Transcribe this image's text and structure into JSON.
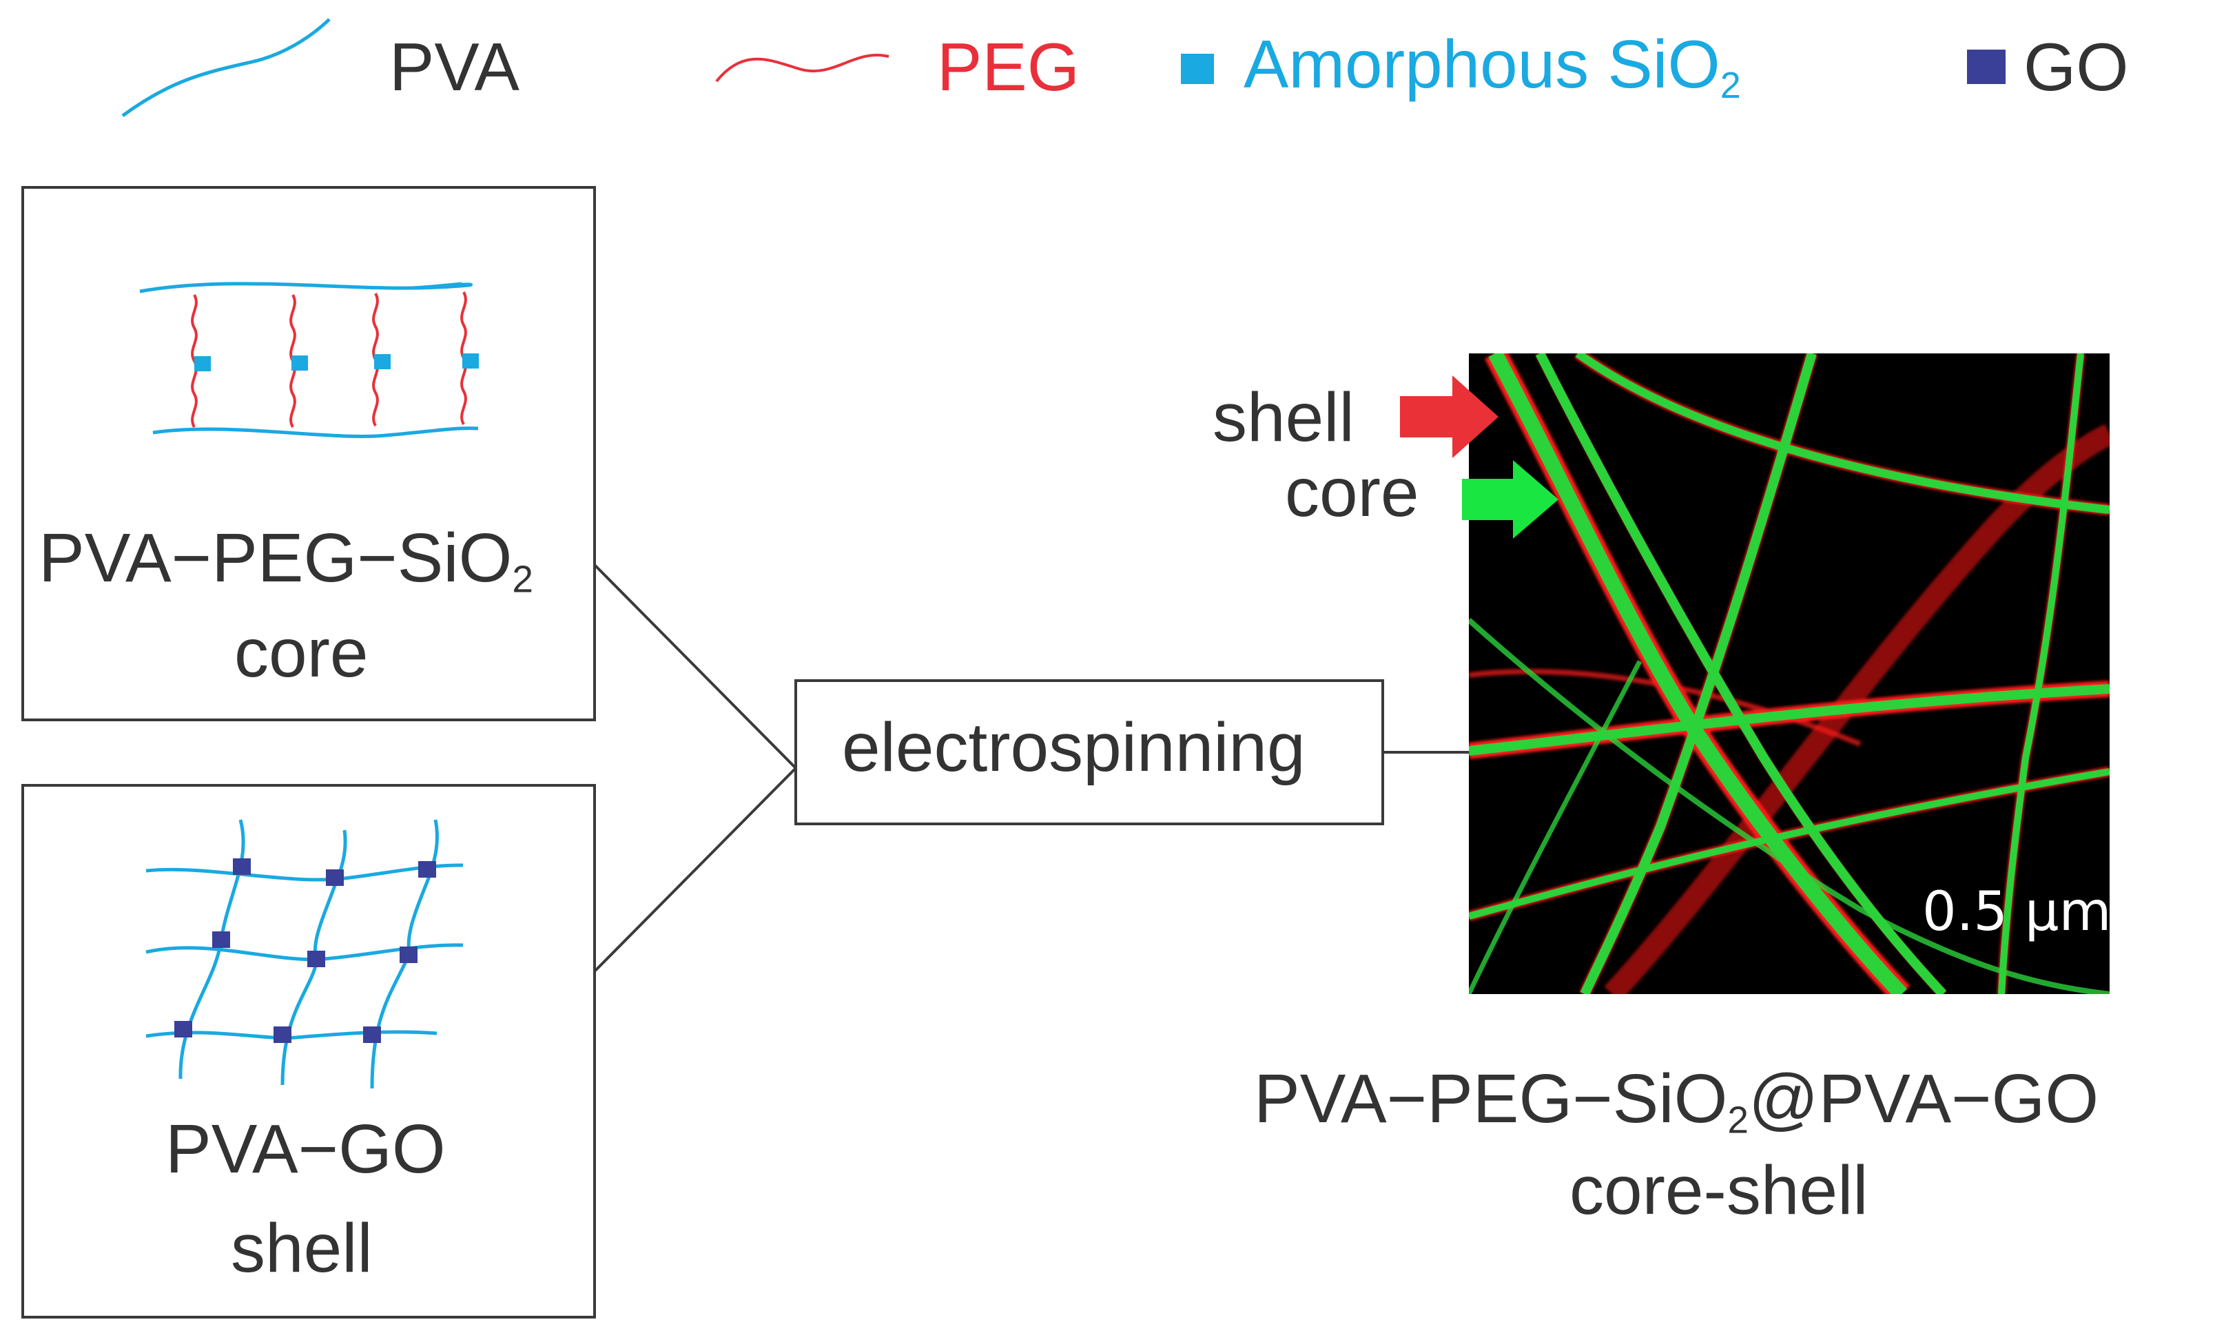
{
  "legend": {
    "pva": "PVA",
    "peg": "PEG",
    "sio2": "Amorphous SiO",
    "sio2_sub": "2",
    "go": "GO"
  },
  "core_box": {
    "title": "PVA−PEG−SiO",
    "title_sub": "2",
    "subtitle": "core"
  },
  "shell_box": {
    "title": "PVA−GO",
    "subtitle": "shell"
  },
  "process": {
    "label": "electrospinning"
  },
  "micrograph": {
    "shell_arrow_label": "shell",
    "core_arrow_label": "core",
    "scale_bar": "0.5 µm"
  },
  "product": {
    "title_a": "PVA−PEG−SiO",
    "title_sub": "2",
    "title_b": "@PVA−GO",
    "subtitle": "core-shell"
  },
  "colors": {
    "pva": "#1aa9e1",
    "peg": "#e8303a",
    "sio2": "#1aa9e1",
    "go": "#3a3f97",
    "text": "#333333",
    "core_fiber": "#2bd23a",
    "shell_fiber": "#ff2020",
    "core_arrow": "#19e640",
    "shell_arrow": "#ea3138"
  }
}
